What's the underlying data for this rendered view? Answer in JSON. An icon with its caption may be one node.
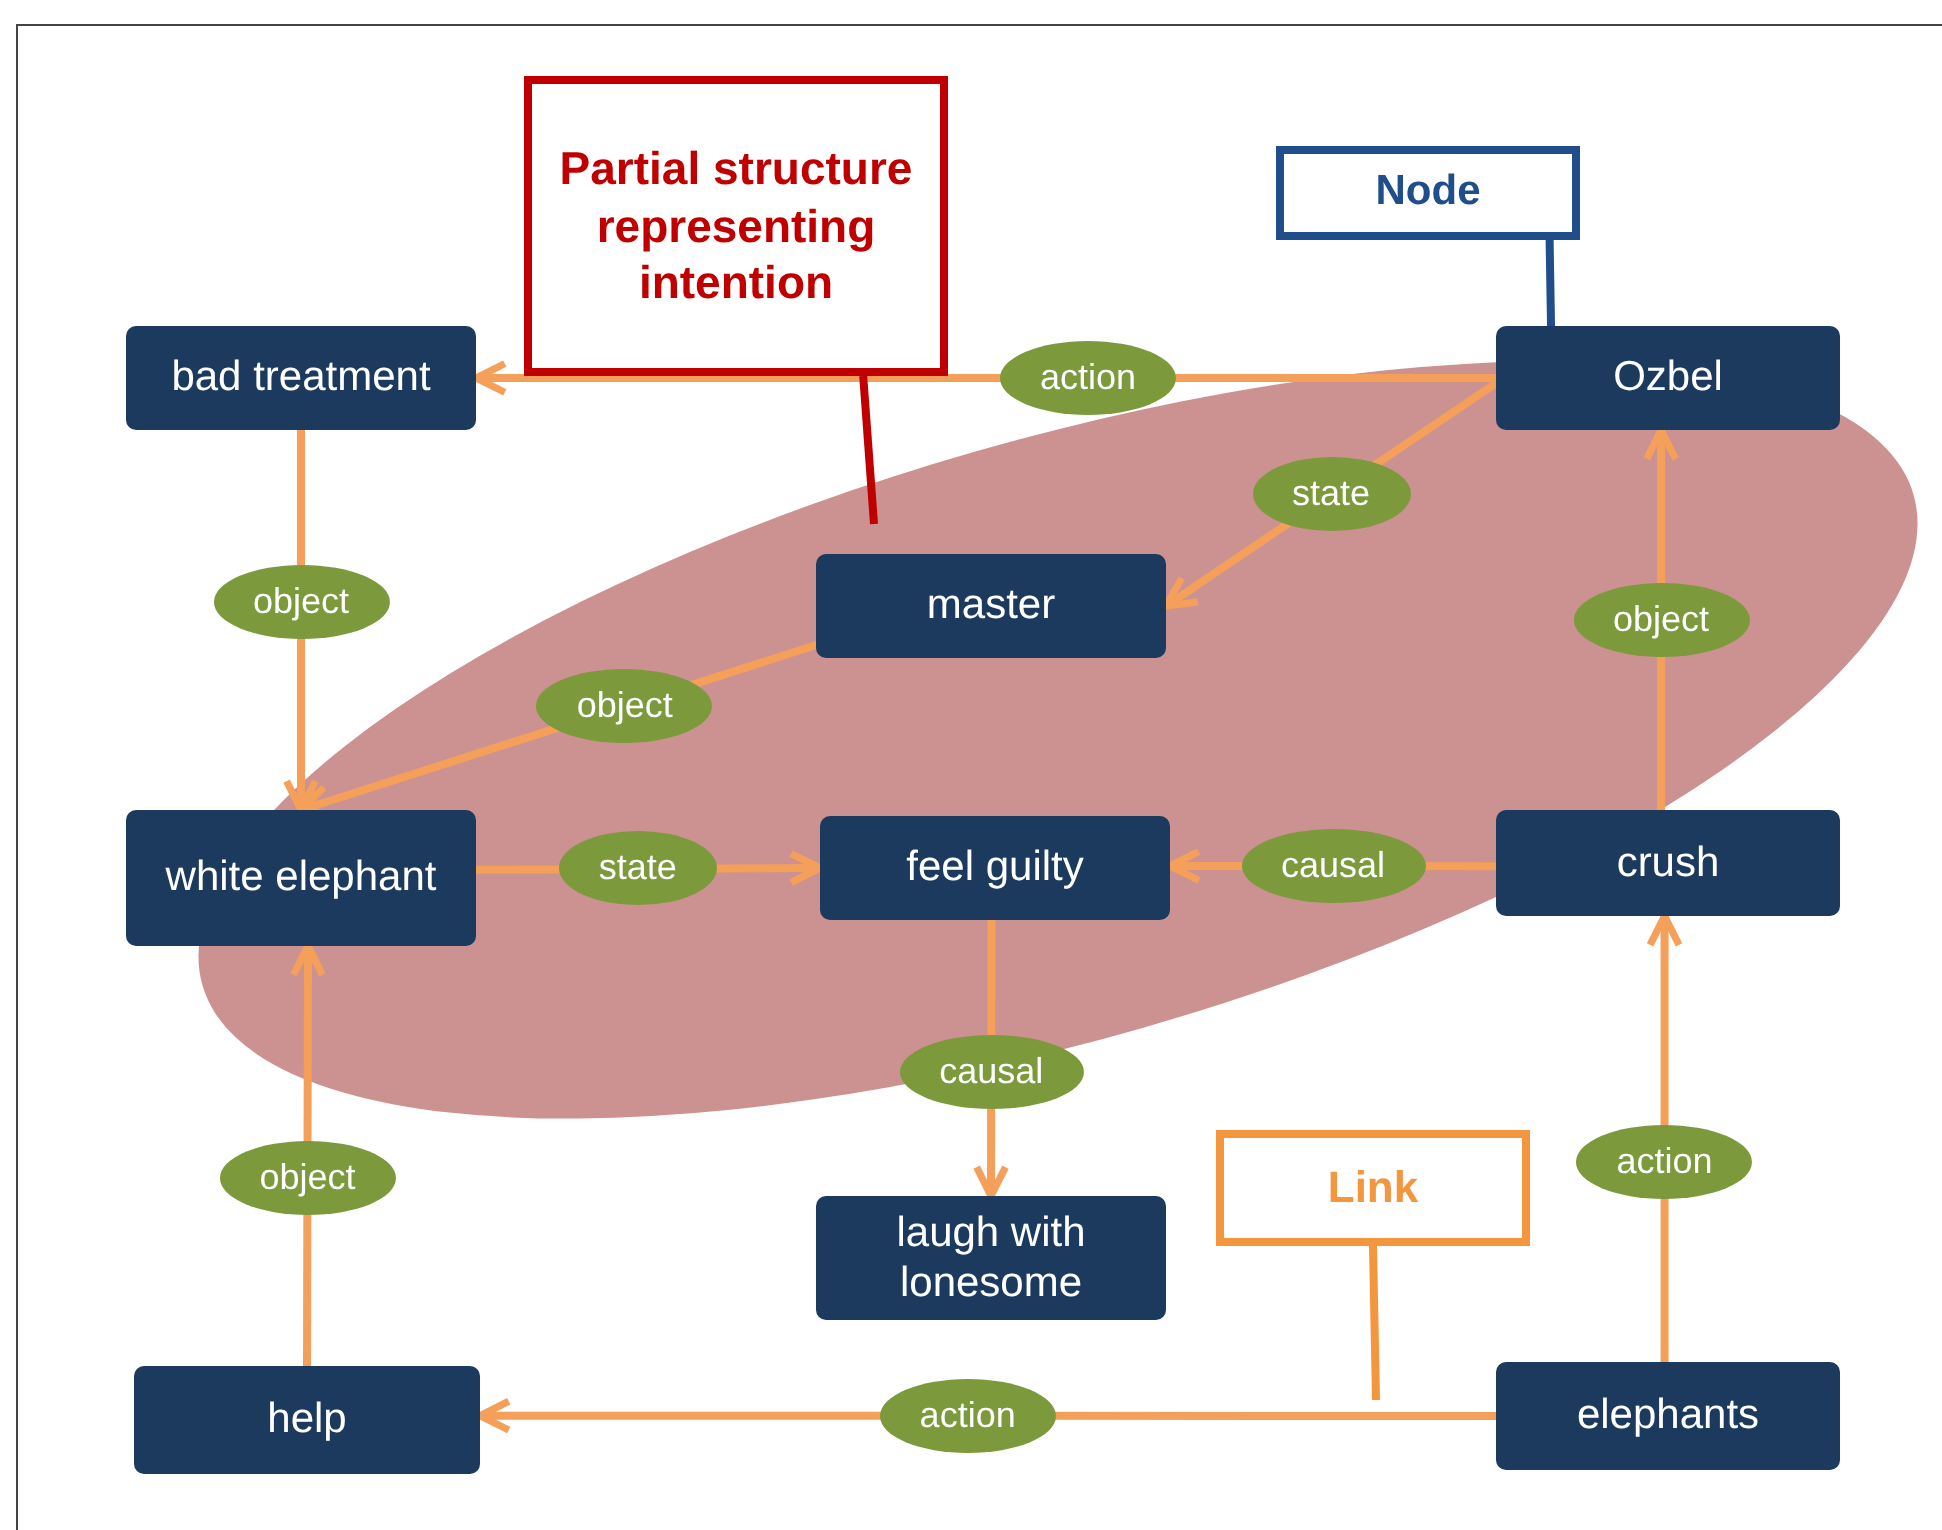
{
  "diagram": {
    "nodes": [
      {
        "text": [
          "bad treatment"
        ]
      },
      {
        "text": [
          "Ozbel"
        ]
      },
      {
        "text": [
          "master"
        ]
      },
      {
        "text": [
          "white elephant"
        ]
      },
      {
        "text": [
          "feel guilty"
        ]
      },
      {
        "text": [
          "crush"
        ]
      },
      {
        "text": [
          "laugh with lonesome"
        ]
      },
      {
        "text": [
          "help"
        ]
      },
      {
        "text": [
          "elephants"
        ]
      },
      {
        "text": [
          "Partial structure representing intention"
        ]
      },
      {
        "text": [
          "Node"
        ]
      },
      {
        "text": [
          "Link"
        ]
      }
    ],
    "edges": [
      {
        "from": 1,
        "to": 0,
        "arrow": "to",
        "label": "action"
      },
      {
        "from": 1,
        "to": 2,
        "arrow": "to",
        "label": "state"
      },
      {
        "from": 2,
        "to": 3,
        "arrow": "to",
        "label": "object"
      },
      {
        "from": 0,
        "to": 3,
        "arrow": "to",
        "label": "object"
      },
      {
        "from": 3,
        "to": 4,
        "arrow": "to",
        "label": "state"
      },
      {
        "from": 5,
        "to": 4,
        "arrow": "to",
        "label": "causal"
      },
      {
        "from": 5,
        "to": 1,
        "arrow": "to",
        "label": "object"
      },
      {
        "from": 4,
        "to": 6,
        "arrow": "to",
        "label": "causal"
      },
      {
        "from": 8,
        "to": 5,
        "arrow": "to",
        "label": "action"
      },
      {
        "from": 8,
        "to": 7,
        "arrow": "to",
        "label": "action"
      },
      {
        "from": 7,
        "to": 3,
        "arrow": "to",
        "label": "object"
      },
      {
        "from": 9,
        "to": null,
        "arrow": "none",
        "color": "#c00000"
      },
      {
        "from": 10,
        "to": 1,
        "arrow": "none",
        "color": "#1f4e8a"
      },
      {
        "from": 11,
        "to": null,
        "arrow": "none"
      }
    ]
  }
}
